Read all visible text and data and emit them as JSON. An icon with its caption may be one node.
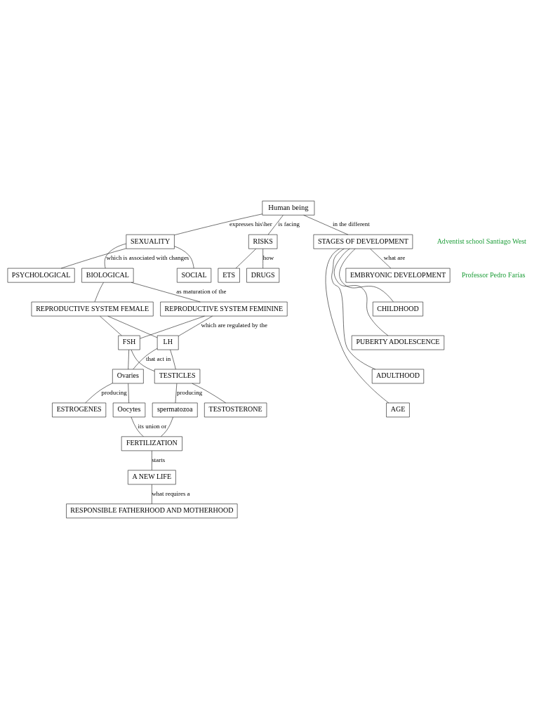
{
  "diagram": {
    "nodes": [
      {
        "text": [
          "Human being"
        ]
      },
      {
        "text": [
          "SEXUALITY"
        ]
      },
      {
        "text": [
          "RISKS"
        ]
      },
      {
        "text": [
          "STAGES OF DEVELOPMENT"
        ]
      },
      {
        "text": [
          "PSYCHOLOGICAL"
        ]
      },
      {
        "text": [
          "BIOLOGICAL"
        ]
      },
      {
        "text": [
          "SOCIAL"
        ]
      },
      {
        "text": [
          "DRUGS"
        ]
      },
      {
        "text": [
          "ETS"
        ]
      },
      {
        "text": [
          "REPRODUCTIVE SYSTEM FEMININE"
        ]
      },
      {
        "text": [
          "REPRODUCTIVE SYSTEM FEMALE"
        ]
      },
      {
        "text": [
          "EMBRYONIC DEVELOPMENT"
        ]
      },
      {
        "text": [
          "LH"
        ]
      },
      {
        "text": [
          "FSH"
        ]
      },
      {
        "text": [
          "CHILDHOOD"
        ]
      },
      {
        "text": [
          "ESTROGENES"
        ]
      },
      {
        "text": [
          "Ovaries"
        ]
      },
      {
        "text": [
          "PUBERTY ADOLESCENCE"
        ]
      },
      {
        "text": [
          "Oocytes"
        ]
      },
      {
        "text": [
          "FERTILIZATION"
        ]
      },
      {
        "text": [
          "spermatozoa"
        ]
      },
      {
        "text": [
          "ADULTHOOD"
        ]
      },
      {
        "text": [
          "TESTICLES"
        ]
      },
      {
        "text": [
          "TESTOSTERONE"
        ]
      },
      {
        "text": [
          "AGE"
        ]
      },
      {
        "text": [
          "A NEW LIFE"
        ]
      },
      {
        "text": [
          "RESPONSIBLE FATHERHOOD AND MOTHERHOOD"
        ]
      }
    ],
    "edges": [
      {
        "from": 0,
        "to": 3,
        "label": "in the different",
        "arrow": "none"
      },
      {
        "from": 0,
        "to": 1,
        "label": "expresses his\\her",
        "arrow": "none"
      },
      {
        "from": 0,
        "to": 2,
        "label": "is facing",
        "arrow": "none"
      },
      {
        "from": 1,
        "to": 4,
        "arrow": "none"
      },
      {
        "from": 1,
        "to": 5,
        "label": "which is associated with changes",
        "arrow": "none"
      },
      {
        "from": 1,
        "to": 6,
        "arrow": "none"
      },
      {
        "from": 2,
        "to": 7,
        "label": "how",
        "arrow": "none"
      },
      {
        "from": 2,
        "to": 8,
        "arrow": "none"
      },
      {
        "from": 5,
        "to": 9,
        "label": "as maturation of the",
        "arrow": "none"
      },
      {
        "from": 5,
        "to": 10,
        "arrow": "none"
      },
      {
        "from": 9,
        "to": 12,
        "label": "which are regulated by the",
        "arrow": "none"
      },
      {
        "from": 9,
        "to": 13,
        "arrow": "none"
      },
      {
        "from": 10,
        "to": 12,
        "arrow": "none"
      },
      {
        "from": 10,
        "to": 13,
        "arrow": "none"
      },
      {
        "from": 3,
        "to": 11,
        "label": "what are",
        "arrow": "none"
      },
      {
        "from": 3,
        "to": 14,
        "arrow": "none"
      },
      {
        "from": 3,
        "to": 17,
        "arrow": "none"
      },
      {
        "from": 3,
        "to": 21,
        "arrow": "none"
      },
      {
        "from": 3,
        "to": 24,
        "arrow": "none"
      },
      {
        "from": 12,
        "to": 16,
        "label": "that act in",
        "arrow": "none"
      },
      {
        "from": 12,
        "to": 22,
        "arrow": "none"
      },
      {
        "from": 13,
        "to": 16,
        "arrow": "none"
      },
      {
        "from": 13,
        "to": 22,
        "arrow": "none"
      },
      {
        "from": 16,
        "to": 15,
        "label": "producing",
        "arrow": "none"
      },
      {
        "from": 16,
        "to": 18,
        "arrow": "none"
      },
      {
        "from": 22,
        "to": 20,
        "label": "producing",
        "arrow": "none"
      },
      {
        "from": 22,
        "to": 23,
        "arrow": "none"
      },
      {
        "from": 18,
        "to": 19,
        "label": "its union or",
        "arrow": "none"
      },
      {
        "from": 20,
        "to": 19,
        "arrow": "none"
      },
      {
        "from": 19,
        "to": 25,
        "label": "starts",
        "arrow": "none"
      },
      {
        "from": 25,
        "to": 26,
        "label": "what requires a",
        "arrow": "none"
      }
    ],
    "labels": [
      "Adventist school Santiago West",
      "Professor Pedro Farías"
    ]
  }
}
